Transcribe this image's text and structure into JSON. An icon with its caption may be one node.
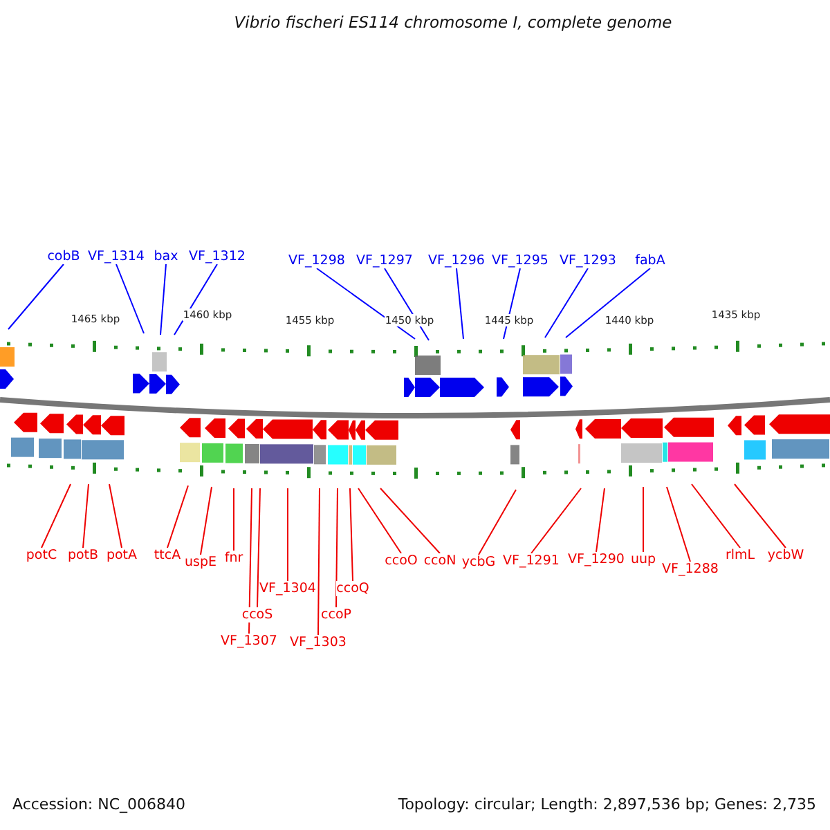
{
  "diagram": {
    "title": "Vibrio fischeri ES114 chromosome I, complete genome",
    "nodes": [
      {
        "text": [
          "cobB"
        ]
      },
      {
        "text": [
          "VF_1314"
        ]
      },
      {
        "text": [
          "bax"
        ]
      },
      {
        "text": [
          "VF_1312"
        ]
      },
      {
        "text": [
          "VF_1298"
        ]
      },
      {
        "text": [
          "VF_1297"
        ]
      },
      {
        "text": [
          "VF_1296"
        ]
      },
      {
        "text": [
          "VF_1295"
        ]
      },
      {
        "text": [
          "VF_1293"
        ]
      },
      {
        "text": [
          "fabA"
        ]
      },
      {
        "text": [
          "potC"
        ]
      },
      {
        "text": [
          "potB"
        ]
      },
      {
        "text": [
          "potA"
        ]
      },
      {
        "text": [
          "ttcA"
        ]
      },
      {
        "text": [
          "uspE"
        ]
      },
      {
        "text": [
          "fnr"
        ]
      },
      {
        "text": [
          "VF_1304"
        ]
      },
      {
        "text": [
          "ccoS"
        ]
      },
      {
        "text": [
          "VF_1307"
        ]
      },
      {
        "text": [
          "VF_1303"
        ]
      },
      {
        "text": [
          "ccoP"
        ]
      },
      {
        "text": [
          "ccoQ"
        ]
      },
      {
        "text": [
          "ccoO"
        ]
      },
      {
        "text": [
          "ccoN"
        ]
      },
      {
        "text": [
          "ycbG"
        ]
      },
      {
        "text": [
          "VF_1291"
        ]
      },
      {
        "text": [
          "VF_1290"
        ]
      },
      {
        "text": [
          "uup"
        ]
      },
      {
        "text": [
          "VF_1288"
        ]
      },
      {
        "text": [
          "rlmL"
        ]
      },
      {
        "text": [
          "ycbW"
        ]
      }
    ],
    "edges": [
      {
        "from": 0,
        "to": null,
        "arrow": "none",
        "color": "#0000ff"
      },
      {
        "from": 1,
        "to": null,
        "arrow": "none",
        "color": "#0000ff"
      },
      {
        "from": 2,
        "to": null,
        "arrow": "none",
        "color": "#0000ff"
      },
      {
        "from": 3,
        "to": null,
        "arrow": "none",
        "color": "#0000ff"
      },
      {
        "from": 4,
        "to": null,
        "arrow": "none",
        "color": "#0000ff"
      },
      {
        "from": 5,
        "to": null,
        "arrow": "none",
        "color": "#0000ff"
      },
      {
        "from": 6,
        "to": null,
        "arrow": "none",
        "color": "#0000ff"
      },
      {
        "from": 7,
        "to": null,
        "arrow": "none",
        "color": "#0000ff"
      },
      {
        "from": 8,
        "to": null,
        "arrow": "none",
        "color": "#0000ff"
      },
      {
        "from": 9,
        "to": null,
        "arrow": "none",
        "color": "#0000ff"
      },
      {
        "from": 10,
        "to": null,
        "arrow": "none"
      },
      {
        "from": 11,
        "to": null,
        "arrow": "none"
      },
      {
        "from": 12,
        "to": null,
        "arrow": "none"
      },
      {
        "from": 13,
        "to": null,
        "arrow": "none"
      },
      {
        "from": 14,
        "to": null,
        "arrow": "none"
      },
      {
        "from": 15,
        "to": null,
        "arrow": "none"
      },
      {
        "from": 16,
        "to": null,
        "arrow": "none"
      },
      {
        "from": 17,
        "to": null,
        "arrow": "none"
      },
      {
        "from": 18,
        "to": null,
        "arrow": "none"
      },
      {
        "from": 19,
        "to": null,
        "arrow": "none"
      },
      {
        "from": 20,
        "to": null,
        "arrow": "none"
      },
      {
        "from": 21,
        "to": null,
        "arrow": "none"
      },
      {
        "from": 22,
        "to": null,
        "arrow": "none"
      },
      {
        "from": 23,
        "to": null,
        "arrow": "none"
      },
      {
        "from": 24,
        "to": null,
        "arrow": "none"
      },
      {
        "from": 25,
        "to": null,
        "arrow": "none"
      },
      {
        "from": 26,
        "to": null,
        "arrow": "none"
      },
      {
        "from": 27,
        "to": null,
        "arrow": "none"
      },
      {
        "from": 28,
        "to": null,
        "arrow": "none"
      },
      {
        "from": 29,
        "to": null,
        "arrow": "none"
      },
      {
        "from": 30,
        "to": null,
        "arrow": "none"
      }
    ],
    "labels": [
      "1465 kbp",
      "1460 kbp",
      "1455 kbp",
      "1450 kbp",
      "1445 kbp",
      "1440 kbp",
      "1435 kbp",
      "Accession: NC_006840",
      "Topology: circular; Length: 2,897,536 bp; Genes: 2,735"
    ]
  }
}
